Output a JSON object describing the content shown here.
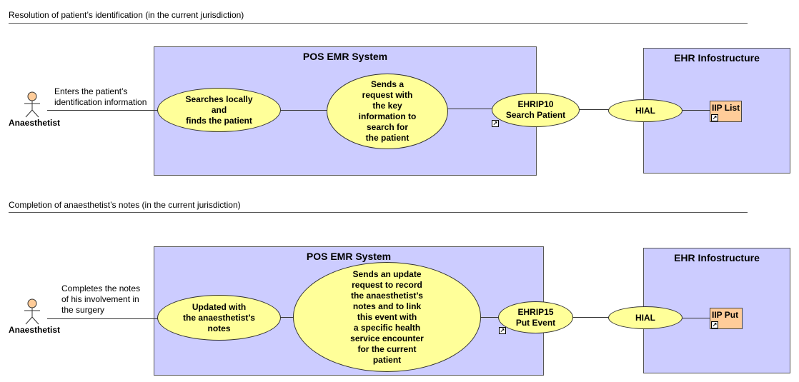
{
  "sections": [
    {
      "title": "Resolution of patient’s identification (in the current jurisdiction)",
      "actor": "Anaesthetist",
      "actor_label": "Enters the patient’s\nidentification information",
      "system_title": "POS EMR System",
      "uc1": "Searches locally\nand\nfinds the patient",
      "uc2": "Sends a\nrequest with\nthe key\ninformation to\nsearch for\nthe patient",
      "interface": "EHRIP10\nSearch Patient",
      "ehr_title": "EHR Infostructure",
      "hial": "HIAL",
      "component": "IIP List"
    },
    {
      "title": "Completion of anaesthetist’s notes (in the current jurisdiction)",
      "actor": "Anaesthetist",
      "actor_label": "Completes the notes\nof his involvement in\nthe surgery",
      "system_title": "POS EMR System",
      "uc1": "Updated with\nthe anaesthetist’s\nnotes",
      "uc2": "Sends an update\nrequest to record\nthe anaesthetist’s\nnotes and to link\nthis event with\na specific health\nservice encounter\nfor the current\npatient",
      "interface": "EHRIP15\nPut Event",
      "ehr_title": "EHR Infostructure",
      "hial": "HIAL",
      "component": "IIP Put"
    }
  ],
  "colors": {
    "system_box": "#ccccff",
    "use_case": "#ffff99",
    "component": "#ffcc99"
  }
}
